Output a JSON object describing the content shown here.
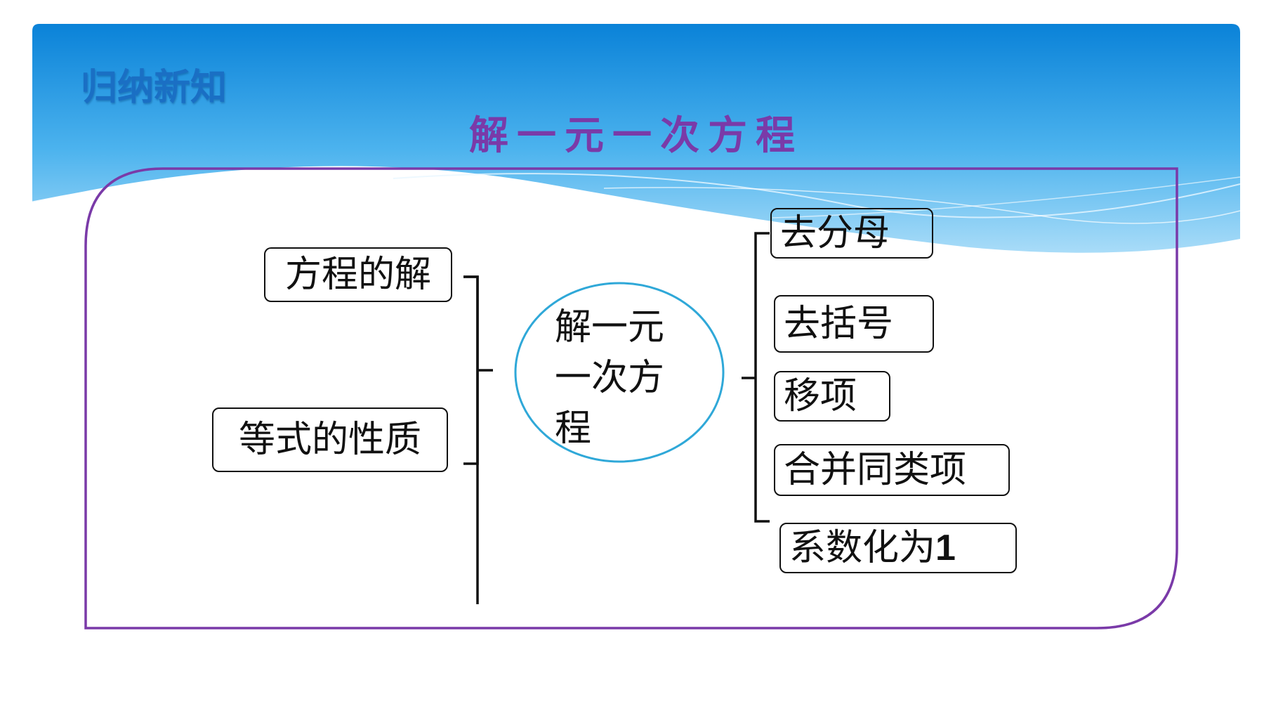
{
  "slide": {
    "heading": "归纳新知",
    "title": "解一元一次方程"
  },
  "diagram": {
    "center": "解一元一次方程",
    "left": [
      "方程的解",
      "等式的性质"
    ],
    "steps": [
      "去分母",
      "去括号",
      "移项",
      "合并同类项",
      "系数化为"
    ],
    "last_step_number": "1"
  },
  "colors": {
    "banner_dark": "#0b7fd6",
    "banner_light": "#bfe6fb",
    "title": "#7a3aa8",
    "heading": "#1a6fc4",
    "frame": "#7a3aa8",
    "ellipse": "#2fa8d8"
  }
}
